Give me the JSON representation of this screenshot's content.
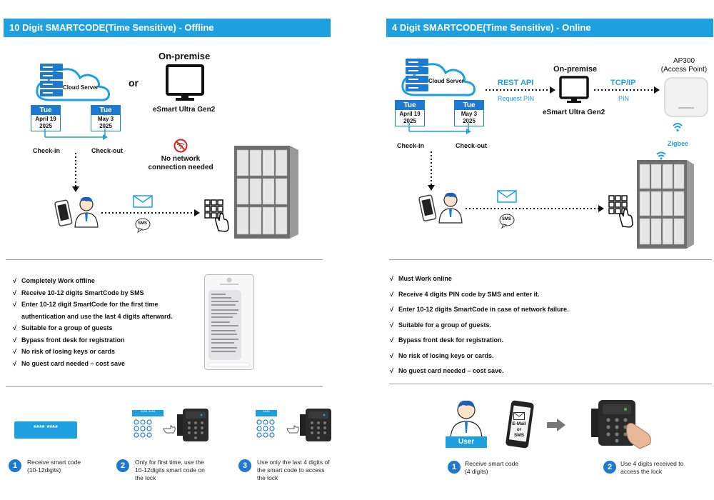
{
  "left": {
    "banner": "10 Digit SMARTCODE(Time Sensitive) - Offline",
    "cloud_label": "Cloud Server",
    "or": "or",
    "onprem_title": "On-premise",
    "device_label": "eSmart Ultra Gen2",
    "checkin_cal": {
      "day": "Tue",
      "date_line1": "April 19",
      "date_line2": "2025"
    },
    "checkout_cal": {
      "day": "Tue",
      "date_line1": "May 3",
      "date_line2": "2025"
    },
    "checkin": "Check-in",
    "checkout": "Check-out",
    "no_network_line1": "No network",
    "no_network_line2": "connection needed",
    "sms": "SMS",
    "features": [
      "Completely Work offline",
      "Receive 10-12 digits SmartCode by SMS",
      "Enter 10-12 digit SmartCode for the first time",
      "authentication and use the last 4 digits afterward.",
      "Suitable for a group of guests",
      "Bypass front desk for registration",
      "No risk of losing keys or cards",
      "No guest card needed – cost save"
    ],
    "code_display": "**** ****",
    "step_code_1": "**** ****",
    "step_code_2": "****",
    "steps": [
      {
        "num": "1",
        "line1": "Receive smart code",
        "line2": "(10-12digits)",
        "line3": ""
      },
      {
        "num": "2",
        "line1": "Only for first time, use the",
        "line2": "10-12digits smart code on",
        "line3": "the lock"
      },
      {
        "num": "3",
        "line1": "Use only the last 4 digits of",
        "line2": "the smart code to access",
        "line3": "the lock"
      }
    ]
  },
  "right": {
    "banner": "4 Digit SMARTCODE(Time Sensitive) - Online",
    "cloud_label": "Cloud Server",
    "rest_api": "REST API",
    "request_pin": "Request PIN",
    "onprem_title": "On-premise",
    "device_label": "eSmart Ultra Gen2",
    "tcpip": "TCP/IP",
    "pin": "PIN",
    "ap_title_line1": "AP300",
    "ap_title_line2": "(Access Point)",
    "zigbee": "Zigbee",
    "checkin_cal": {
      "day": "Tue",
      "date_line1": "April 19",
      "date_line2": "2025"
    },
    "checkout_cal": {
      "day": "Tue",
      "date_line1": "May 3",
      "date_line2": "2025"
    },
    "checkin": "Check-in",
    "checkout": "Check-out",
    "sms": "SMS",
    "features": [
      "Must Work online",
      "Receive 4 digits PIN code by SMS and enter it.",
      "Enter 10-12 digits SmartCode in case of network failure.",
      "Suitable for a group of guests.",
      "Bypass front desk for registration.",
      "No risk of losing keys or cards.",
      "No guest card needed – cost save."
    ],
    "user_label": "User",
    "phone_text_line1": "E-Mail",
    "phone_text_line2": "or",
    "phone_text_line3": "SMS",
    "steps": [
      {
        "num": "1",
        "line1": "Receive smart code",
        "line2": "(4 digits)"
      },
      {
        "num": "2",
        "line1": "Use 4 digits received to",
        "line2": "access the lock"
      }
    ]
  },
  "check_mark": "√",
  "colors": {
    "accent": "#1ea0e0",
    "calendar": "#1e7ad0",
    "step_number": "#1e7ad0",
    "locker": "#d9dadc"
  }
}
